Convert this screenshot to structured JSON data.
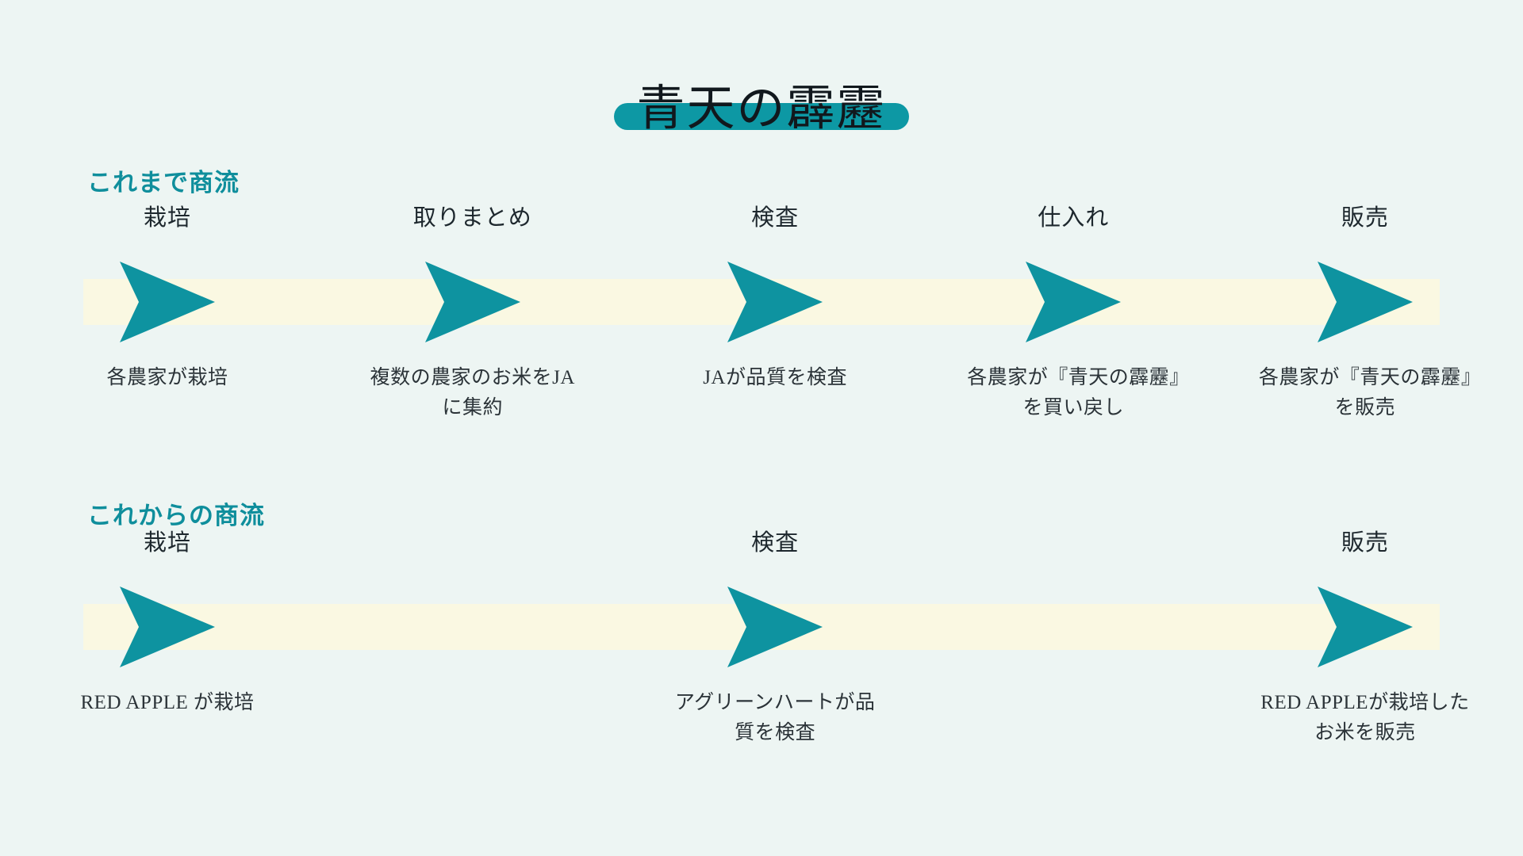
{
  "title": {
    "text": "青天の霹靂",
    "highlight_color": "#0D98A4"
  },
  "theme": {
    "background": "#EDF5F3",
    "band": "#FAF8E2",
    "arrow": "#0E93A0",
    "heading": "#0F8E9C",
    "text": "#2B3338"
  },
  "sections": [
    {
      "heading": "これまで商流",
      "stages": [
        {
          "label": "栽培",
          "caption": "各農家が栽培",
          "x_pct": 6.2,
          "arrow": true
        },
        {
          "label": "取りまとめ",
          "caption": "複数の農家のお米をJAに集約",
          "x_pct": 28.7,
          "arrow": true
        },
        {
          "label": "検査",
          "caption": "JAが品質を検査",
          "x_pct": 51.0,
          "arrow": true
        },
        {
          "label": "仕入れ",
          "caption": "各農家が『青天の霹靂』を買い戻し",
          "x_pct": 73.0,
          "arrow": true
        },
        {
          "label": "販売",
          "caption": "各農家が『青天の霹靂』を販売",
          "x_pct": 94.5,
          "arrow": true
        }
      ]
    },
    {
      "heading": "これからの商流",
      "stages": [
        {
          "label": "栽培",
          "caption": "RED APPLE が栽培",
          "x_pct": 6.2,
          "arrow": true
        },
        {
          "label": "",
          "caption": "",
          "x_pct": 28.7,
          "arrow": false
        },
        {
          "label": "検査",
          "caption": "アグリーンハートが品質を検査",
          "x_pct": 51.0,
          "arrow": true
        },
        {
          "label": "",
          "caption": "",
          "x_pct": 73.0,
          "arrow": false
        },
        {
          "label": "販売",
          "caption": "RED APPLEが栽培したお米を販売",
          "x_pct": 94.5,
          "arrow": true
        }
      ]
    }
  ]
}
